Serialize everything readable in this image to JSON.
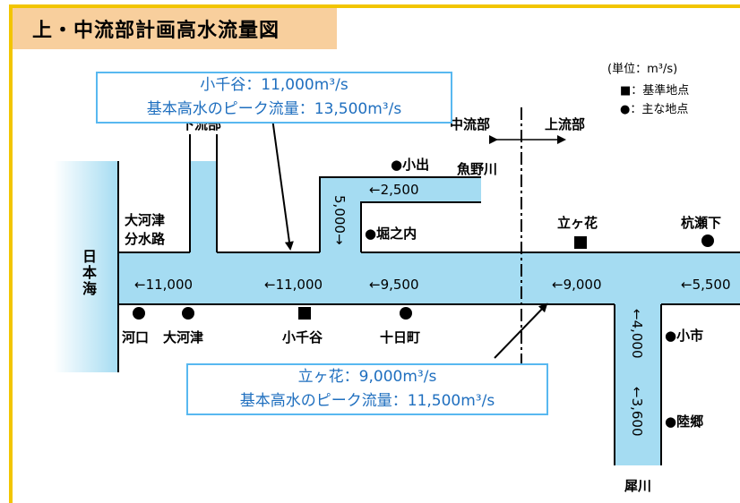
{
  "title": "上・中流部計画高水流量図",
  "legend": {
    "unit": "(単位：m³/s)",
    "reference_point": "■：基準地点",
    "main_point": "●：主な地点"
  },
  "sea": "日本海",
  "sections": {
    "midstream": "中流部",
    "upstream": "上流部",
    "downstream": "下流部"
  },
  "rivers": {
    "uono": "魚野川",
    "saigawa": "犀川",
    "okozu": "大河津\n分水路"
  },
  "flows": {
    "mouth": "←11,000",
    "okozu": "←11,000",
    "tokamachi": "←9,500",
    "tategahana": "←9,000",
    "kuise": "←5,500",
    "uono_upper": "←2,500",
    "uono_lower": "5,000→",
    "sai_upper": "←4,000",
    "sai_lower": "←3,600"
  },
  "points": {
    "kawaguchi": "河口",
    "okozu": "大河津",
    "ojiya": "小千谷",
    "tokamachi": "十日町",
    "oide": "●小出",
    "horinouchi": "●堀之内",
    "tategahana": "立ヶ花",
    "kuisege": "杭瀬下",
    "koichi": "●小市",
    "rikugo": "●陸郷"
  },
  "callouts": {
    "ojiya": {
      "line1": "小千谷：11,000m³/s",
      "line2": "基本高水のピーク流量：13,500m³/s"
    },
    "tategahana": {
      "line1": "立ヶ花：9,000m³/s",
      "line2": "基本高水のピーク流量：11,500m³/s"
    }
  },
  "colors": {
    "river": "#a5dcf2",
    "frame": "#f2c500",
    "title_bg": "#f8cf9d",
    "callout_border": "#58b8f0",
    "callout_text": "#1f6fbf"
  }
}
